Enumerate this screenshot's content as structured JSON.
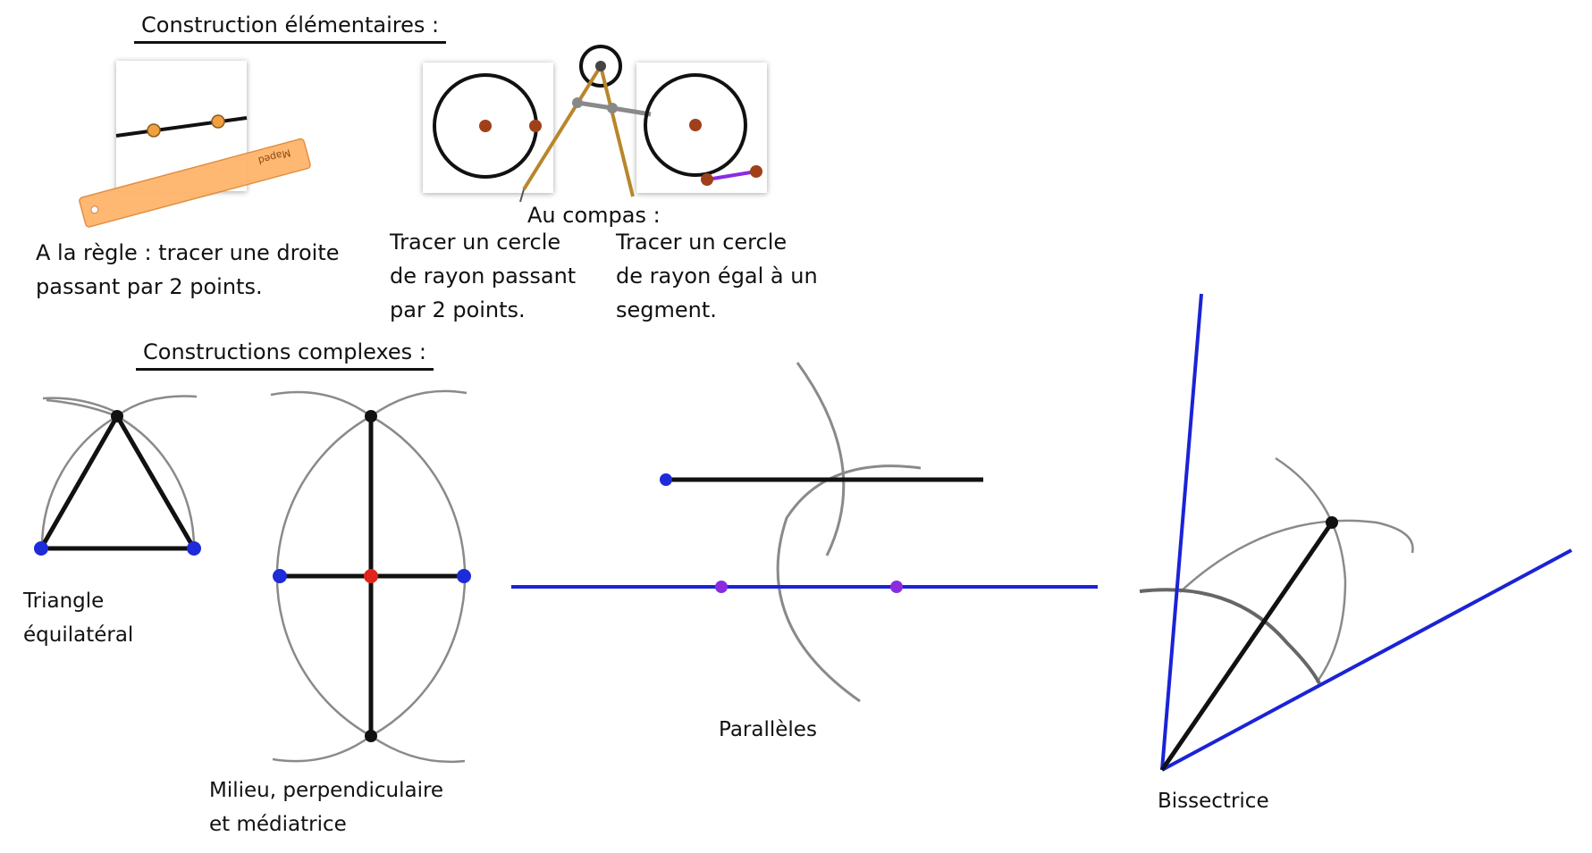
{
  "headings": {
    "elementary": "Construction élémentaires :",
    "complex": "Constructions complexes :"
  },
  "elementary": {
    "ruler_caption": [
      "A la règle : tracer une droite",
      "passant par 2 points."
    ],
    "ruler_brand": "Maped",
    "compass_title": "Au compas :",
    "compass_caption_1": [
      "Tracer un cercle",
      "de rayon passant",
      "par 2 points."
    ],
    "compass_caption_2": [
      "Tracer un cercle",
      "de rayon égal à un",
      "segment."
    ]
  },
  "complex": {
    "triangle_label": [
      "Triangle",
      "équilatéral"
    ],
    "milieu_label": [
      "Milieu, perpendiculaire",
      "et médiatrice"
    ],
    "paralleles_label": "Parallèles",
    "bissectrice_label": "Bissectrice"
  },
  "colors": {
    "line": "#111111",
    "arc": "#8a8a8a",
    "blue": "#1a23d6",
    "blue_point": "#1d2bd8",
    "red_point": "#e0231b",
    "purple": "#8a2be2",
    "orange_point": "#f0a040",
    "brown_point": "#a0401a",
    "ruler": "#ffb56b",
    "compass_leg": "#b8862b"
  }
}
